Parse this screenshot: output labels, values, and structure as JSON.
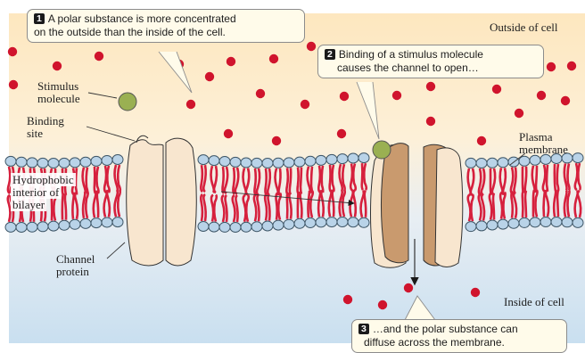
{
  "callouts": [
    {
      "number": "1",
      "text_line1": "A polar substance is more concentrated",
      "text_line2": "on the outside than the inside of the cell."
    },
    {
      "number": "2",
      "text_line1": "Binding of a stimulus molecule",
      "text_line2": "causes the channel to open…"
    },
    {
      "number": "3",
      "text_line1": "…and the polar substance can",
      "text_line2": "diffuse across the membrane."
    }
  ],
  "labels": {
    "outside": "Outside of cell",
    "inside": "Inside of cell",
    "stimulus_line1": "Stimulus",
    "stimulus_line2": "molecule",
    "binding_line1": "Binding",
    "binding_line2": "site",
    "plasma_line1": "Plasma",
    "plasma_line2": "membrane",
    "hydro_line1": "Hydrophobic",
    "hydro_line2": "interior of",
    "hydro_line3": "bilayer",
    "channel_line1": "Channel",
    "channel_line2": "protein"
  },
  "colors": {
    "outside_top": "#fde7bf",
    "inside_bottom": "#c9dff0",
    "polar_molecule": "#d0142d",
    "stimulus_molecule": "#9ab052",
    "lipid_head": "#b9d3e8",
    "lipid_tail": "#d6203d",
    "channel_closed": "#f8e6cf",
    "channel_open": "#c99a6e"
  }
}
